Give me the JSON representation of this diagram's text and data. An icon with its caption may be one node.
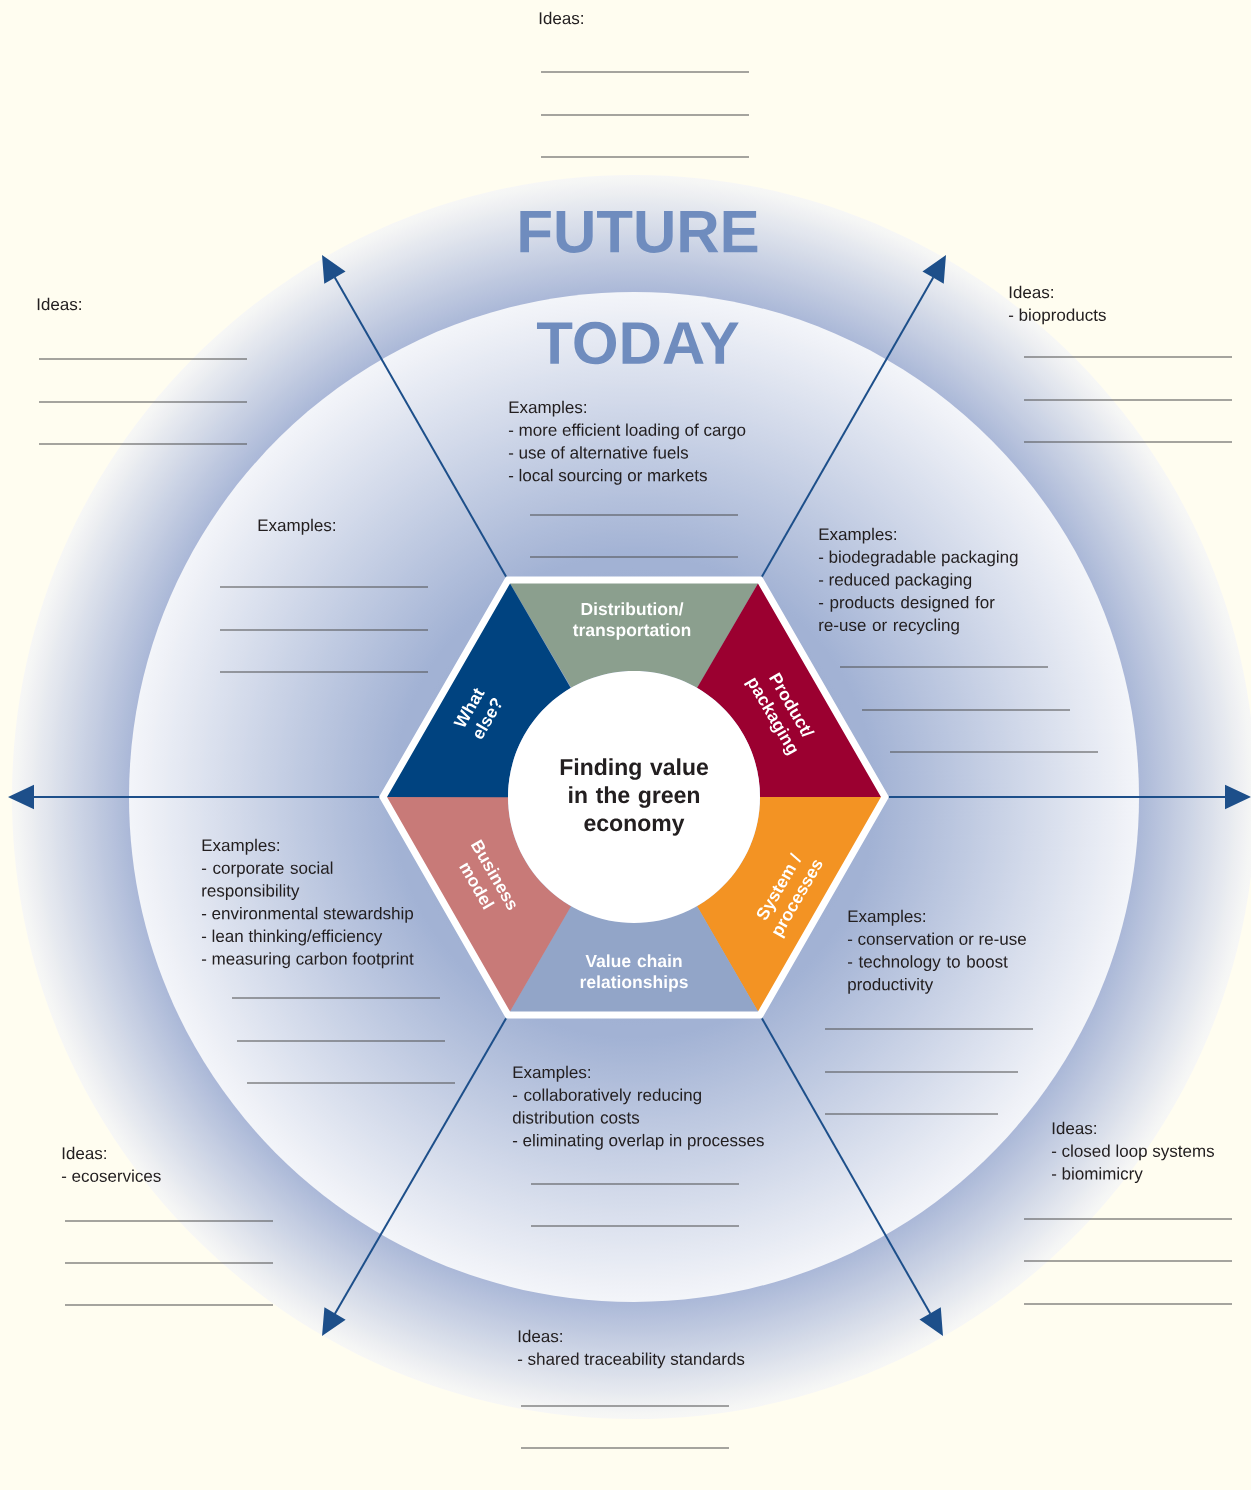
{
  "diagram": {
    "nodes": [
      {
        "text": [
          "Finding value in the green economy"
        ]
      },
      {
        "text": [
          "Distribution/ transportation"
        ]
      },
      {
        "text": [
          "Product/ packaging"
        ]
      },
      {
        "text": [
          "System / processes"
        ]
      },
      {
        "text": [
          "Value chain relationships"
        ]
      },
      {
        "text": [
          "Business model"
        ]
      },
      {
        "text": [
          "What else?"
        ]
      }
    ],
    "labels": [
      "Ideas:",
      "FUTURE",
      "Ideas:",
      "Ideas:",
      "- bioproducts",
      "TODAY",
      "Examples:",
      "- more efficient loading of cargo",
      "- use of alternative fuels",
      "- local sourcing or markets",
      "Examples:",
      "Examples:",
      "- biodegradable packaging",
      "- reduced packaging",
      "- products designed for re-use or recycling",
      "Examples:",
      "- corporate social responsibility",
      "- environmental stewardship",
      "- lean thinking/efficiency",
      "- measuring carbon footprint",
      "Examples:",
      "- conservation or re-use",
      "- technology to boost productivity",
      "Examples:",
      "- collaboratively reducing distribution costs",
      "- eliminating overlap in processes",
      "Ideas:",
      "- closed loop systems",
      "- biomimicry",
      "Ideas:",
      "- ecoservices",
      "Ideas:",
      "- shared traceability standards"
    ]
  }
}
